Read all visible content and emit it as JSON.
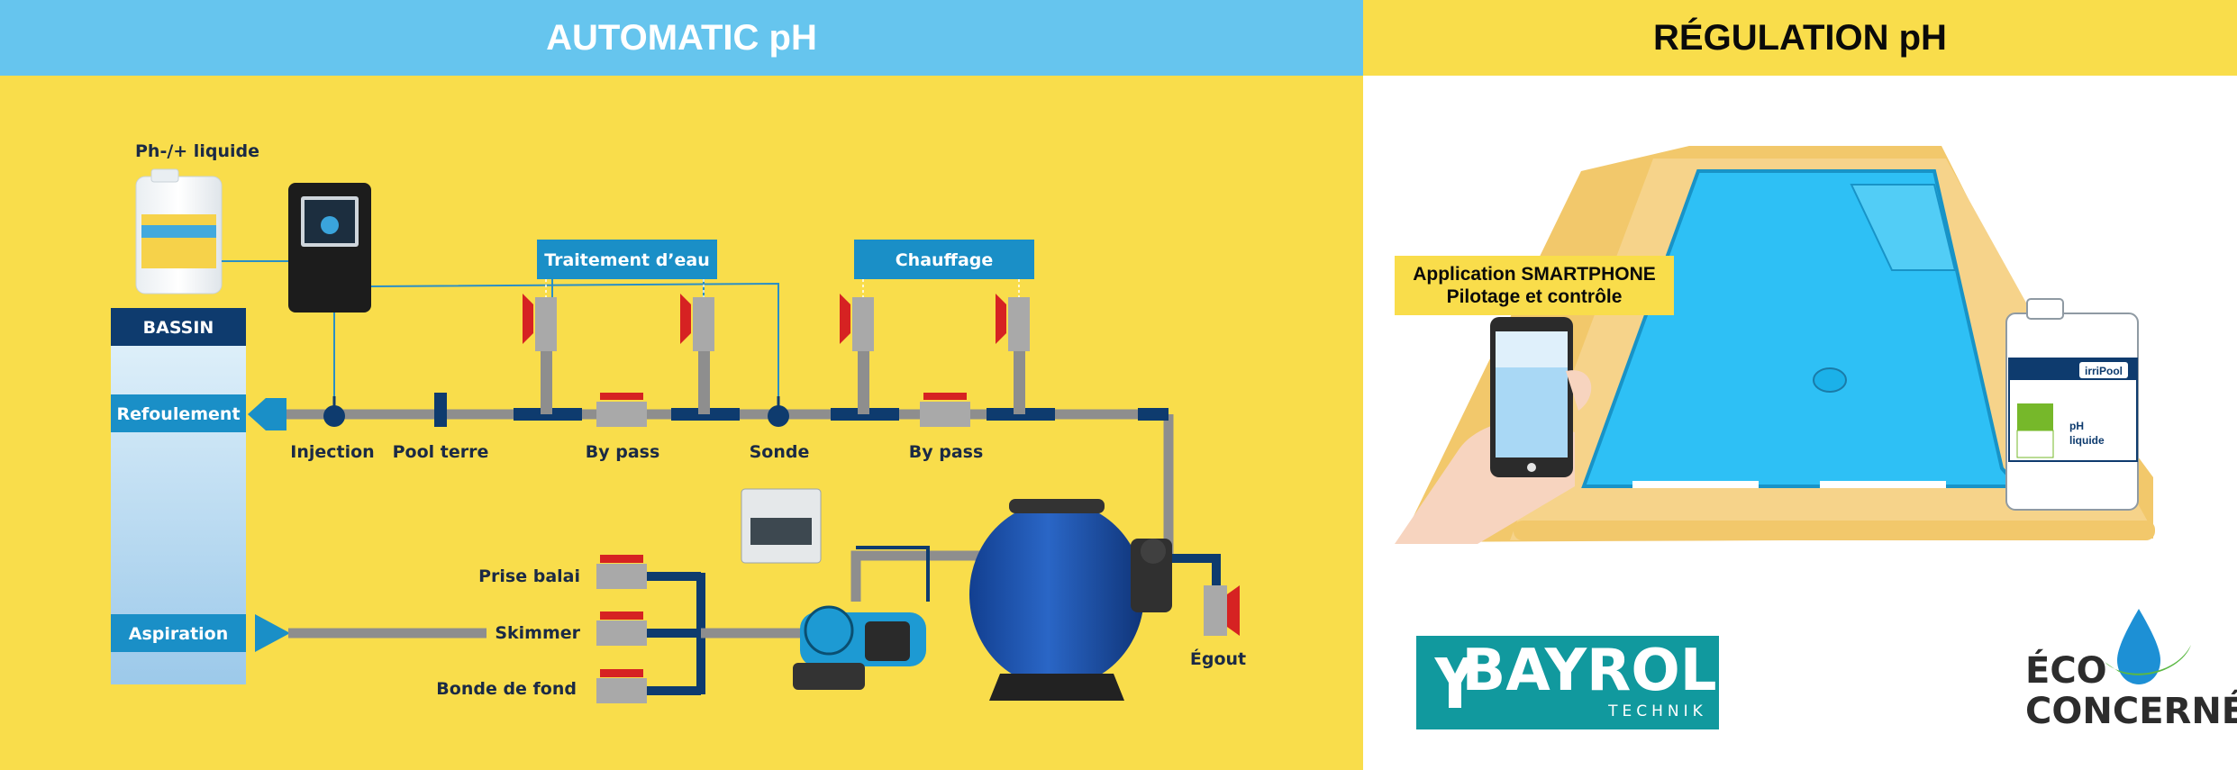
{
  "header": {
    "left_title": "AUTOMATIC pH",
    "right_title": "RÉGULATION pH"
  },
  "left": {
    "product_label": "Ph-/+ liquide",
    "bassin": "BASSIN",
    "refoulement": "Refoulement",
    "aspiration": "Aspiration",
    "water_boxes": [
      "Traitement d’eau",
      "Chauffage"
    ],
    "pipe_labels": [
      "Injection",
      "Pool terre",
      "By pass",
      "Sonde",
      "By pass"
    ],
    "suction_labels": [
      "Prise balai",
      "Skimmer",
      "Bonde de fond"
    ],
    "egout": "Égout"
  },
  "right": {
    "app_box": [
      "Application SMARTPHONE",
      "Pilotage et contrôle"
    ],
    "can_label": [
      "pH",
      "liquide"
    ],
    "can_brand": "irriPool",
    "bayrol": {
      "main": "BAYROL",
      "sub": "TECHNIK"
    },
    "eco": [
      "ÉCO",
      "CONCERNÉ"
    ]
  },
  "colors": {
    "yellow": "#f9dd4b",
    "sky": "#66c5ee",
    "navy": "#0e3b6e",
    "pipe_grey": "#8e8e8e",
    "accent_blue": "#1a8fc7",
    "pool": "#2ec0f5",
    "teal": "#11999e"
  }
}
